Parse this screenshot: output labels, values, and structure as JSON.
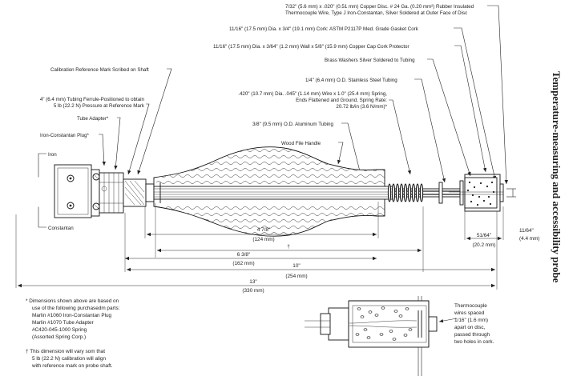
{
  "title": "Temperature-measuring and accessibility probe",
  "callouts": [
    {
      "id": "copper-disc",
      "lines": [
        "7/32\" (5.6 mm) x .020\" (0.51 mm) Copper Disc. # 24 Ga. (0.20 mm²) Rubber Insulated",
        "Thermocouple Wire, Type J Iron-Constantan, Silver Soldered at Outer Face of Disc"
      ]
    },
    {
      "id": "cork",
      "lines": [
        "11/16\" (17.5 mm) Dia. x 3/4\" (19.1 mm) Cork: ASTM P2117P Med. Grade Gasket Cork"
      ]
    },
    {
      "id": "cork-protector",
      "lines": [
        "11/16\" (17.5 mm) Dia. x 3/64\" (1.2 mm) Wall x 5/8\" (15.9 mm) Copper Cap Cork Protector"
      ]
    },
    {
      "id": "calibration-mark",
      "lines": [
        "Calibration Reference Mark Scribed on Shaft"
      ]
    },
    {
      "id": "brass-washers",
      "lines": [
        "Brass Washers Silver Soldered to Tubing"
      ]
    },
    {
      "id": "stainless-tube",
      "lines": [
        "1/4\" (6.4 mm) O.D. Stainless Steel Tubing"
      ]
    },
    {
      "id": "ferrule",
      "lines": [
        "4\" (6.4 mm) Tubing Ferrule-Positioned to obtain",
        "5 lb (22.2 N) Pressure at Reference Mark"
      ]
    },
    {
      "id": "spring",
      "lines": [
        ".420\" (10.7 mm) Dia. .045\" (1.14 mm) Wire x 1.0\" (25.4 mm) Spring,",
        "Ends Flattened and Ground, Spring Rate:",
        "20.72 lb/in (3.6 N/mm)*"
      ]
    },
    {
      "id": "tube-adapter",
      "lines": [
        "Tube Adapter*"
      ]
    },
    {
      "id": "plug",
      "lines": [
        "Iron-Constantan Plug*"
      ]
    },
    {
      "id": "aluminum-tube",
      "lines": [
        "3/8\" (9.5 mm) O.D. Aluminum Tubing"
      ]
    },
    {
      "id": "iron",
      "lines": [
        "Iron"
      ]
    },
    {
      "id": "handle",
      "lines": [
        "Wood File Handle"
      ]
    },
    {
      "id": "constantan",
      "lines": [
        "Constantan"
      ]
    }
  ],
  "dimensions": [
    {
      "id": "d-4-7-8",
      "lines": [
        "4 7/8\"",
        "(124 mm)"
      ]
    },
    {
      "id": "d-dagger",
      "lines": [
        "†"
      ]
    },
    {
      "id": "d-6-3-8",
      "lines": [
        "6 3/8\"",
        "(162 mm)"
      ]
    },
    {
      "id": "d-10",
      "lines": [
        "10\"",
        "(254 mm)"
      ]
    },
    {
      "id": "d-13",
      "lines": [
        "13\"",
        "(330 mm)"
      ]
    },
    {
      "id": "d-51-64",
      "lines": [
        "51/64\"",
        "(20.2 mm)"
      ]
    },
    {
      "id": "d-11-64",
      "lines": [
        "11/64\"",
        "(4.4 mm)"
      ]
    }
  ],
  "notes": {
    "purchased": [
      "* Dimensions shown above are based on",
      "use of the following purchasedm parts:",
      "Marlin #1060 Iron-Constantan Plug",
      "Marlin #1070 Tube Adapter",
      "#C420-045-1000 Spring",
      "(Assorted Spring Corp.)"
    ],
    "dagger": [
      "† This dimension will vary som that",
      "5 lb (22.2 N) calibration will align",
      "with reference mark on probe shaft."
    ],
    "thermocouple": [
      "Thermocouple",
      "wires spaced",
      "1/16\" (1.6 mm)",
      "apart on disc,",
      "passed through",
      "two holes in cork."
    ]
  }
}
